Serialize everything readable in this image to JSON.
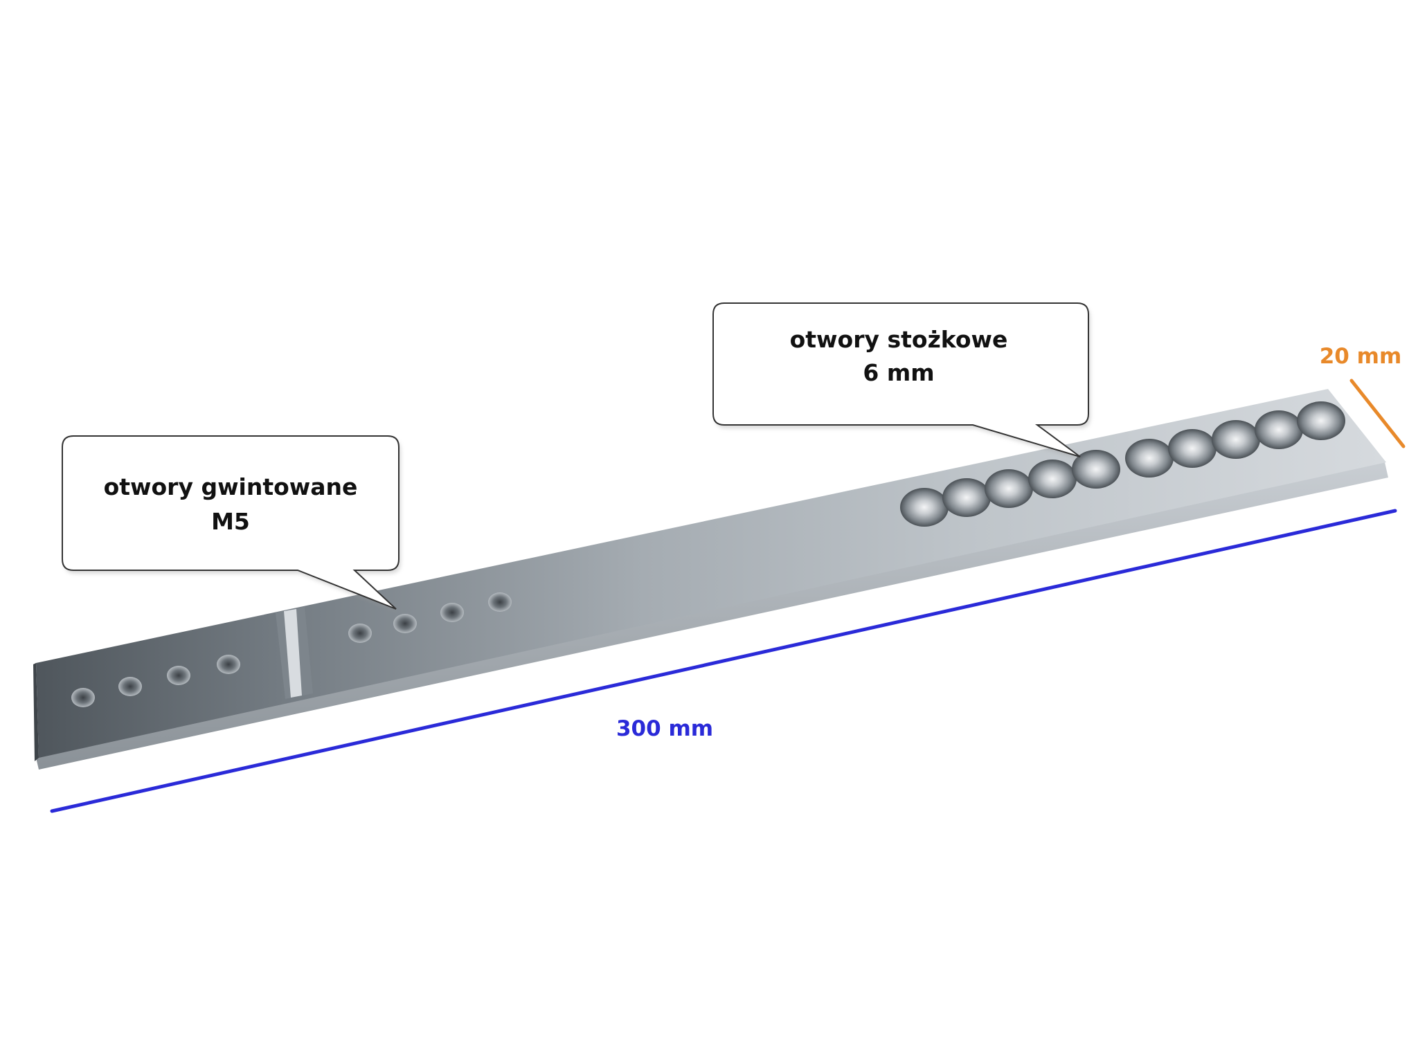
{
  "callouts": {
    "threaded": {
      "line1": "otwory gwintowane",
      "line2": "M5"
    },
    "countersunk": {
      "line1": "otwory stożkowe",
      "line2": "6 mm"
    }
  },
  "dimensions": {
    "length": {
      "label": "300 mm",
      "color": "#2a2ad8"
    },
    "width": {
      "label": "20 mm",
      "color": "#e8892a"
    }
  },
  "colors": {
    "metal": "#9fa6ad",
    "metal_dark": "#5e656c",
    "callout_border": "#333333",
    "callout_fill": "#ffffff"
  }
}
